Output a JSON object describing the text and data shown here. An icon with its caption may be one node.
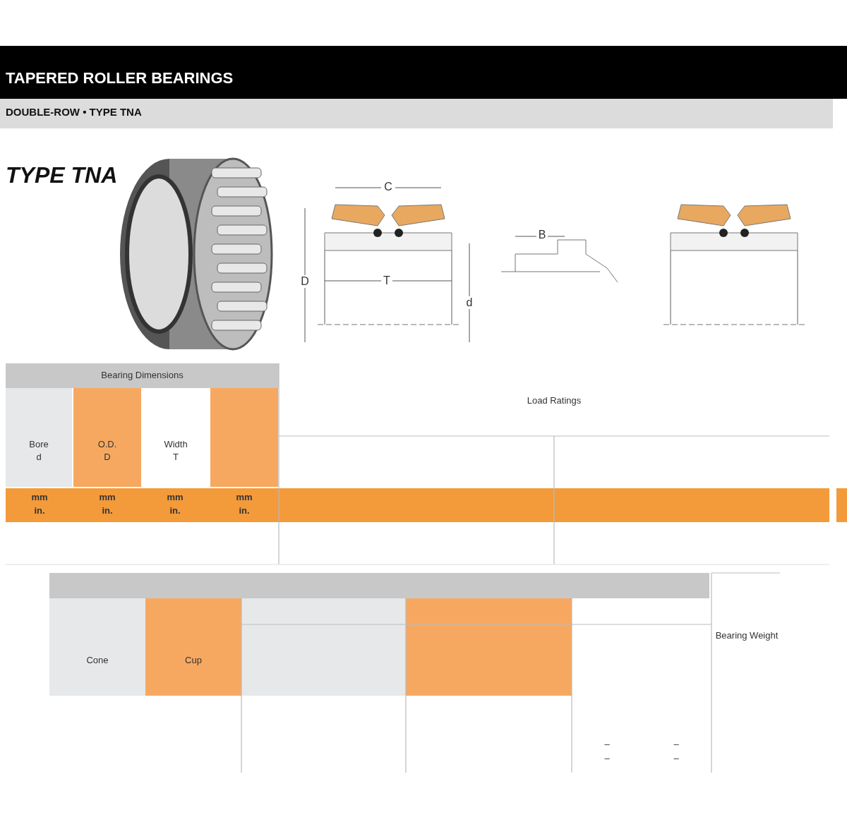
{
  "diagram": {
    "title": "TAPERED ROLLER BEARINGS",
    "labels": [
      "DOUBLE-ROW • TYPE TNA",
      "TYPE TNA",
      "C",
      "D",
      "T",
      "d",
      "B",
      "Bearing Dimensions",
      "Bore",
      "d",
      "O.D.",
      "D",
      "Width",
      "T",
      "Load Ratings",
      "mm",
      "in.",
      "mm",
      "in.",
      "mm",
      "in.",
      "mm",
      "in.",
      "Cone",
      "Cup",
      "Bearing Weight",
      "–",
      "–",
      "–",
      "–"
    ]
  }
}
